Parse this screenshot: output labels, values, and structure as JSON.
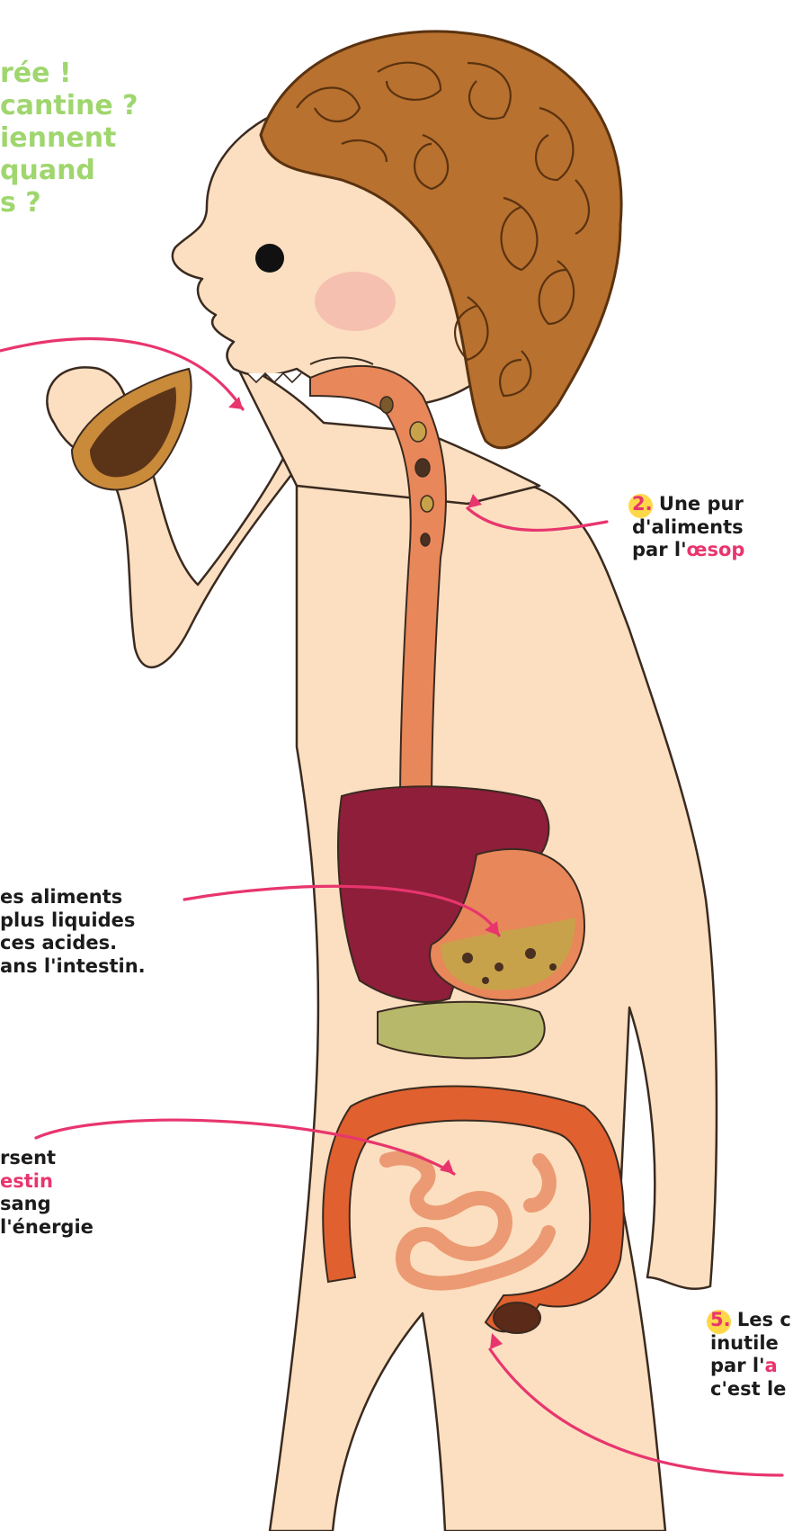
{
  "title_lines": [
    "rée !",
    "cantine ?",
    "iennent",
    "quand",
    "s ?"
  ],
  "captions": {
    "step2": {
      "number": "2.",
      "line1": "Une pur",
      "line2": "d'aliments",
      "line3_prefix": "par l'",
      "line3_highlight": "œsop"
    },
    "step3": {
      "line1": "es aliments",
      "line2": "plus liquides",
      "line3": "ces acides.",
      "line4": "ans l'intestin."
    },
    "step4": {
      "line1": "rsent",
      "line2_highlight": "estin",
      "line3": "sang",
      "line4": "l'énergie"
    },
    "step5": {
      "number": "5.",
      "line1": "Les c",
      "line2": "inutile",
      "line3_prefix": "par l'",
      "line3_highlight": "a",
      "line4": "c'est le"
    }
  },
  "colors": {
    "title_green": "#9fd66e",
    "highlight_pink": "#e8356e",
    "number_yellow": "#ffd84a",
    "arrow_pink": "#e8356e",
    "skin": "#fbdfc0",
    "hair": "#b8712e",
    "liver": "#8e1e3a",
    "intestine": "#e0602f"
  }
}
